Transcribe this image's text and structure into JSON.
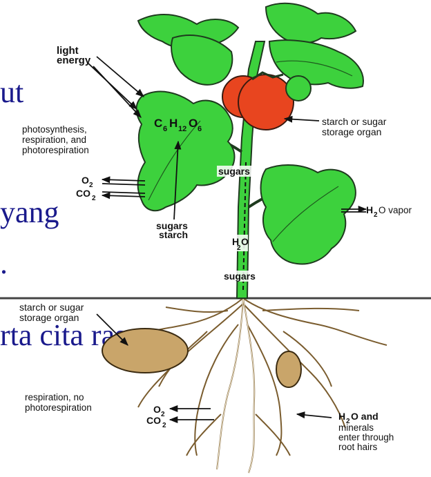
{
  "background_text": {
    "line1": "ut",
    "line2": "yang",
    "line3": ".",
    "line4": "rta cita rasa"
  },
  "labels": {
    "light_energy_1": "light",
    "light_energy_2": "energy",
    "photo_1": "photosynthesis,",
    "photo_2": "respiration, and",
    "photo_3": "photorespiration",
    "formula_c": "C",
    "formula_c_sub": "6",
    "formula_h": "H",
    "formula_h_sub": "12",
    "formula_o": "O",
    "formula_o_sub": "6",
    "o2": "O",
    "o2_sub": "2",
    "co2": "CO",
    "co2_sub": "2",
    "sugars_starch_1": "sugars",
    "sugars_starch_2": "starch",
    "sugars_stem": "sugars",
    "h2o_stem": "H",
    "h2o_stem_sub": "2",
    "h2o_stem_o": "O",
    "sugars_lower": "sugars",
    "h2o_vapor_h": "H",
    "h2o_vapor_sub": "2",
    "h2o_vapor_rest": "O vapor",
    "storage_top_1": "starch or sugar",
    "storage_top_2": "storage organ",
    "storage_bottom_1": "starch or sugar",
    "storage_bottom_2": "storage organ",
    "resp_1": "respiration, no",
    "resp_2": "photorespiration",
    "root_o2": "O",
    "root_o2_sub": "2",
    "root_co2": "CO",
    "root_co2_sub": "2",
    "minerals_h": "H",
    "minerals_sub": "2",
    "minerals_o_and": "O and",
    "minerals_2": "minerals",
    "minerals_3": "enter through",
    "minerals_4": "root hairs"
  },
  "colors": {
    "leaf": "#3dd13d",
    "leaf_dark": "#1e7a1e",
    "tomato": "#e8451f",
    "potato": "#c9a56a",
    "root": "#f0e4c8",
    "ground": "#555555",
    "text_bg": "#1a1a8c"
  }
}
